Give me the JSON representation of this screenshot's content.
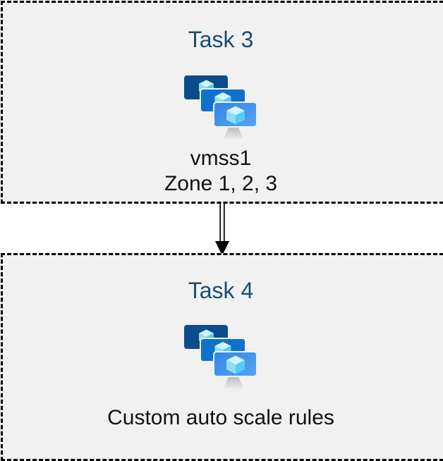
{
  "boxes": [
    {
      "title": "Task 3",
      "icon": "virtual-machine-scale-set",
      "lines": [
        "vmss1",
        "Zone 1, 2, 3"
      ]
    },
    {
      "title": "Task 4",
      "icon": "virtual-machine-scale-set",
      "lines": [
        "Custom auto scale rules"
      ]
    }
  ],
  "connector": {
    "from": "Task 3",
    "to": "Task 4",
    "style": "double-line-arrow-down"
  },
  "colors": {
    "page_background": "#ffffff",
    "box_fill": "#f1f1f1",
    "box_border": "#000000",
    "title_text": "#1a4e74",
    "body_text": "#111111",
    "monitor_back": "#0b4d8c",
    "monitor_middle": "#0e72cc",
    "monitor_front_gradient_start": "#3285e2",
    "monitor_front_gradient_end": "#55a6f4",
    "cube_top": "#d3f3fd",
    "cube_left": "#8edef8",
    "cube_right": "#55cdf2",
    "stand_gradient_start": "#b5b5b5",
    "stand_gradient_end": "#ebebeb",
    "arrow": "#000000"
  }
}
